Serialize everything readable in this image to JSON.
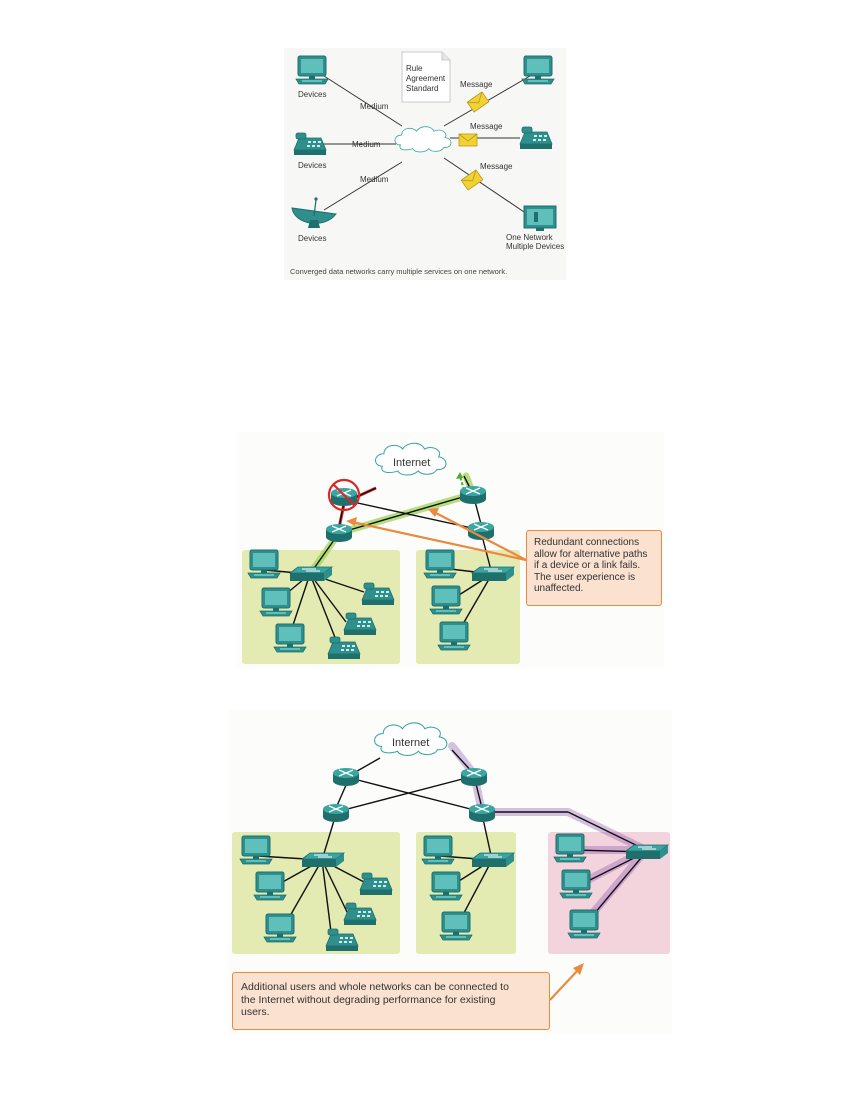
{
  "figure1": {
    "rule_doc": [
      "Rule",
      "Agreement",
      "Standard"
    ],
    "medium_labels": [
      "Medium",
      "Medium",
      "Medium"
    ],
    "devices_labels": [
      "Devices",
      "Devices",
      "Devices"
    ],
    "message_labels": [
      "Message",
      "Message",
      "Message"
    ],
    "tv_label": [
      "One Network",
      "Multiple Devices"
    ],
    "caption": "Converged data networks carry multiple services on one network."
  },
  "figure2": {
    "cloud_label": "Internet",
    "callout_lines": [
      "Redundant connections",
      "allow for alternative paths",
      "if a device or a link fails.",
      "The user experience is",
      "unaffected."
    ]
  },
  "figure3": {
    "cloud_label": "Internet",
    "callout_lines": [
      "Additional users and whole networks can be connected to",
      "the Internet without degrading performance for existing",
      "users."
    ]
  },
  "colors": {
    "device_teal": "#2e8f8c",
    "panel_green": "#e3ebb2",
    "panel_pink": "#f3d3dc",
    "callout_fill": "#fbe1cf",
    "callout_border": "#e98a3f",
    "fail_red": "#d9262a",
    "path_green": "#9fd35b",
    "path_purple": "#8a52b0",
    "envelope": "#f2d233"
  }
}
